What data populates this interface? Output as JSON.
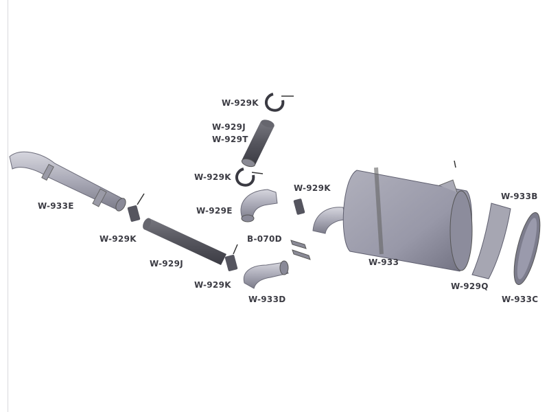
{
  "diagram": {
    "labels": {
      "clamp_top": "W-929K",
      "pipe_flex_j": "W-929J",
      "pipe_flex_t": "W-929T",
      "clamp_mid": "W-929K",
      "elbow_e": "W-929E",
      "clamp_right": "W-929K",
      "pipe_933e": "W-933E",
      "clamp_left": "W-929K",
      "pipe_flex_lower": "W-929J",
      "bracket_b070d": "B-070D",
      "clamp_lower": "W-929K",
      "elbow_933d": "W-933D",
      "muffler": "W-933",
      "cover_933b": "W-933B",
      "band_929q": "W-929Q",
      "cap_933c": "W-933C"
    }
  }
}
